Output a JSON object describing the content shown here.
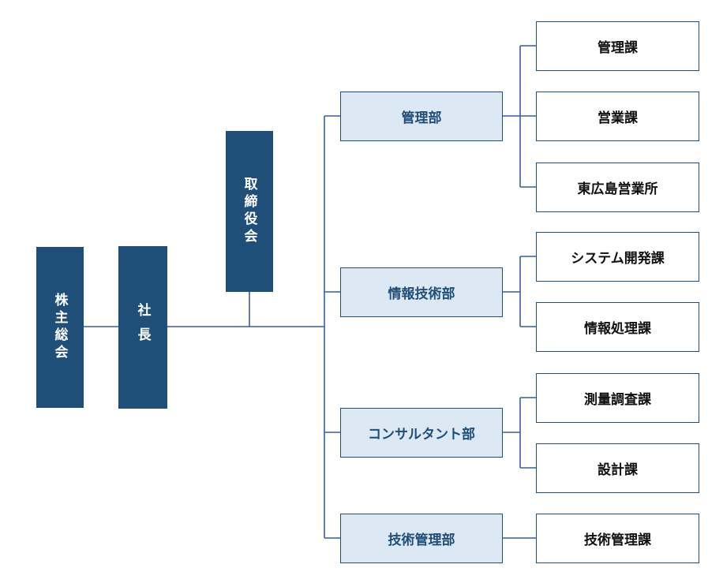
{
  "top": {
    "shareholders": "株主総会",
    "president": "社長",
    "board": "取締役会"
  },
  "departments": [
    {
      "name": "管理部",
      "sections": [
        "管理課",
        "営業課",
        "東広島営業所"
      ]
    },
    {
      "name": "情報技術部",
      "sections": [
        "システム開発課",
        "情報処理課"
      ]
    },
    {
      "name": "コンサルタント部",
      "sections": [
        "測量調査課",
        "設計課"
      ]
    },
    {
      "name": "技術管理部",
      "sections": [
        "技術管理課"
      ]
    }
  ],
  "colors": {
    "dark": "#1f4e79",
    "dept_fill": "#dde8f5",
    "line": "#3a5f9e"
  }
}
